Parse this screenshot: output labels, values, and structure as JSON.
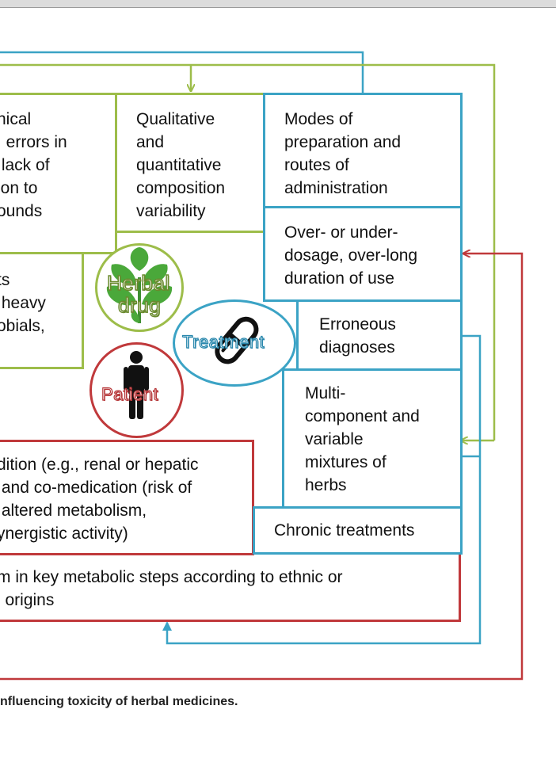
{
  "boxes": {
    "analytical": [
      "nical",
      ", errors in",
      "",
      " lack of",
      "ion to",
      "ounds"
    ],
    "qualitative": [
      "Qualitative",
      "and",
      "quantitative",
      "composition",
      "variability"
    ],
    "modes": [
      "Modes of",
      "preparation and",
      "routes of",
      "administration"
    ],
    "contaminants": [
      "ts",
      " heavy",
      "obials,"
    ],
    "overdosage": [
      "Over- or under-",
      "dosage, over-long",
      "duration of use"
    ],
    "erroneous": [
      "Erroneous",
      "diagnoses"
    ],
    "multicomponent": [
      "Multi-",
      "component and",
      "variable",
      "mixtures of",
      "herbs"
    ],
    "condition": [
      "dition (e.g., renal or hepatic",
      " and co-medication (risk of",
      " altered metabolism,",
      "ynergistic activity)"
    ],
    "chronic": [
      "Chronic treatments"
    ],
    "polymorphism": [
      "m in key metabolic steps according to ethnic or",
      "l origins"
    ]
  },
  "circles": {
    "herbal_line1": "Herbal",
    "herbal_line2": "drug",
    "treatment": "Treatment",
    "patient": "Patient"
  },
  "icons": [
    "leaves-icon",
    "capsule-icon",
    "person-icon"
  ],
  "colors": {
    "green": "#9dbd4a",
    "blue": "#3ba3c5",
    "red": "#c0393b",
    "leaf": "#4aa83a"
  },
  "caption": "nfluencing toxicity of herbal medicines."
}
